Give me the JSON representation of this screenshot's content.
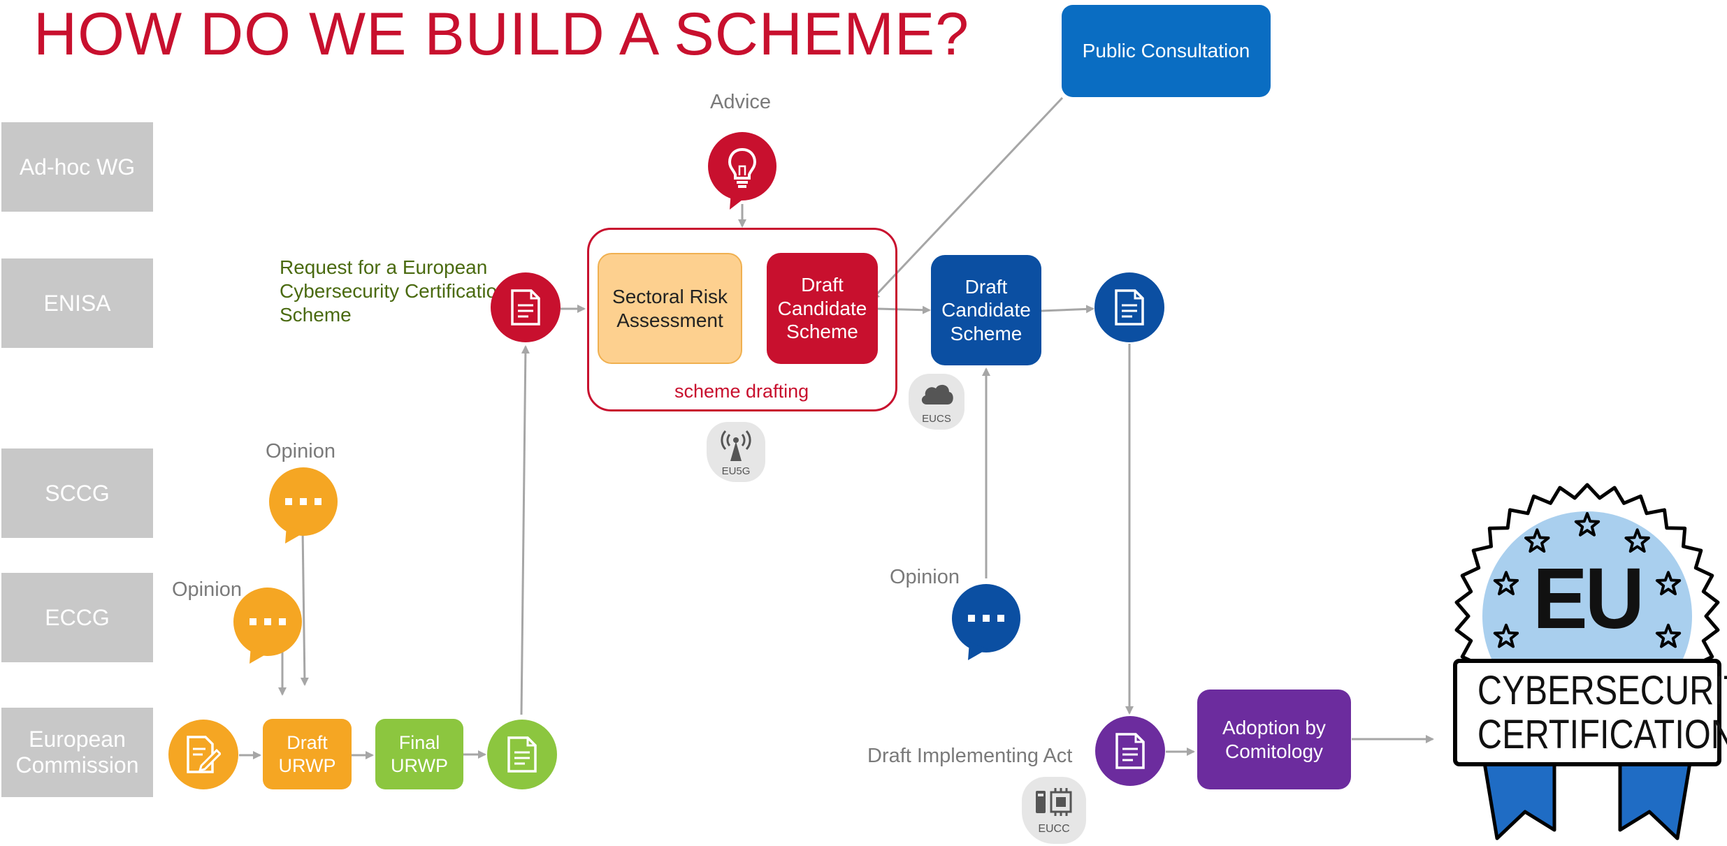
{
  "title": "HOW DO WE BUILD A SCHEME?",
  "lanes": [
    "Ad-hoc WG",
    "ENISA",
    "SCCG",
    "ECCG",
    "European Commission"
  ],
  "labels": {
    "advice": "Advice",
    "request": "Request for a European Cybersecurity Certification Scheme",
    "opinion_sccg": "Opinion",
    "opinion_eccg": "Opinion",
    "opinion_right": "Opinion",
    "draft_implementing_act": "Draft Implementing Act",
    "scheme_drafting": "scheme drafting"
  },
  "boxes": {
    "public_consultation": "Public Consultation",
    "sectoral_risk": "Sectoral Risk Assessment",
    "draft_candidate_red": "Draft Candidate Scheme",
    "draft_candidate_blue": "Draft Candidate Scheme",
    "draft_urwp": "Draft URWP",
    "final_urwp": "Final URWP",
    "adoption": "Adoption by Comitology"
  },
  "tags": {
    "eu5g": "EU5G",
    "eucs": "EUCS",
    "eucc": "EUCC"
  },
  "badge": {
    "top": "EU",
    "bottom_line1": "CYBERSECURITY",
    "bottom_line2": "CERTIFICATION"
  },
  "colors": {
    "red": "#c8102e",
    "orange": "#f5a623",
    "green": "#8cc63f",
    "blue": "#0b4fa2",
    "light_blue": "#0a6dc2",
    "purple": "#6c2c9e",
    "peach": "#fdd08f",
    "lane_gray": "#c8c8c8",
    "request_green": "#4a6a10",
    "badge_blue": "#a9cfee",
    "ribbon_blue": "#1f6cc4"
  },
  "icons": [
    "lightbulb-icon",
    "document-icon",
    "edit-document-icon",
    "ellipsis-icon",
    "cloud-icon",
    "antenna-icon",
    "chip-icon",
    "star-icon"
  ]
}
